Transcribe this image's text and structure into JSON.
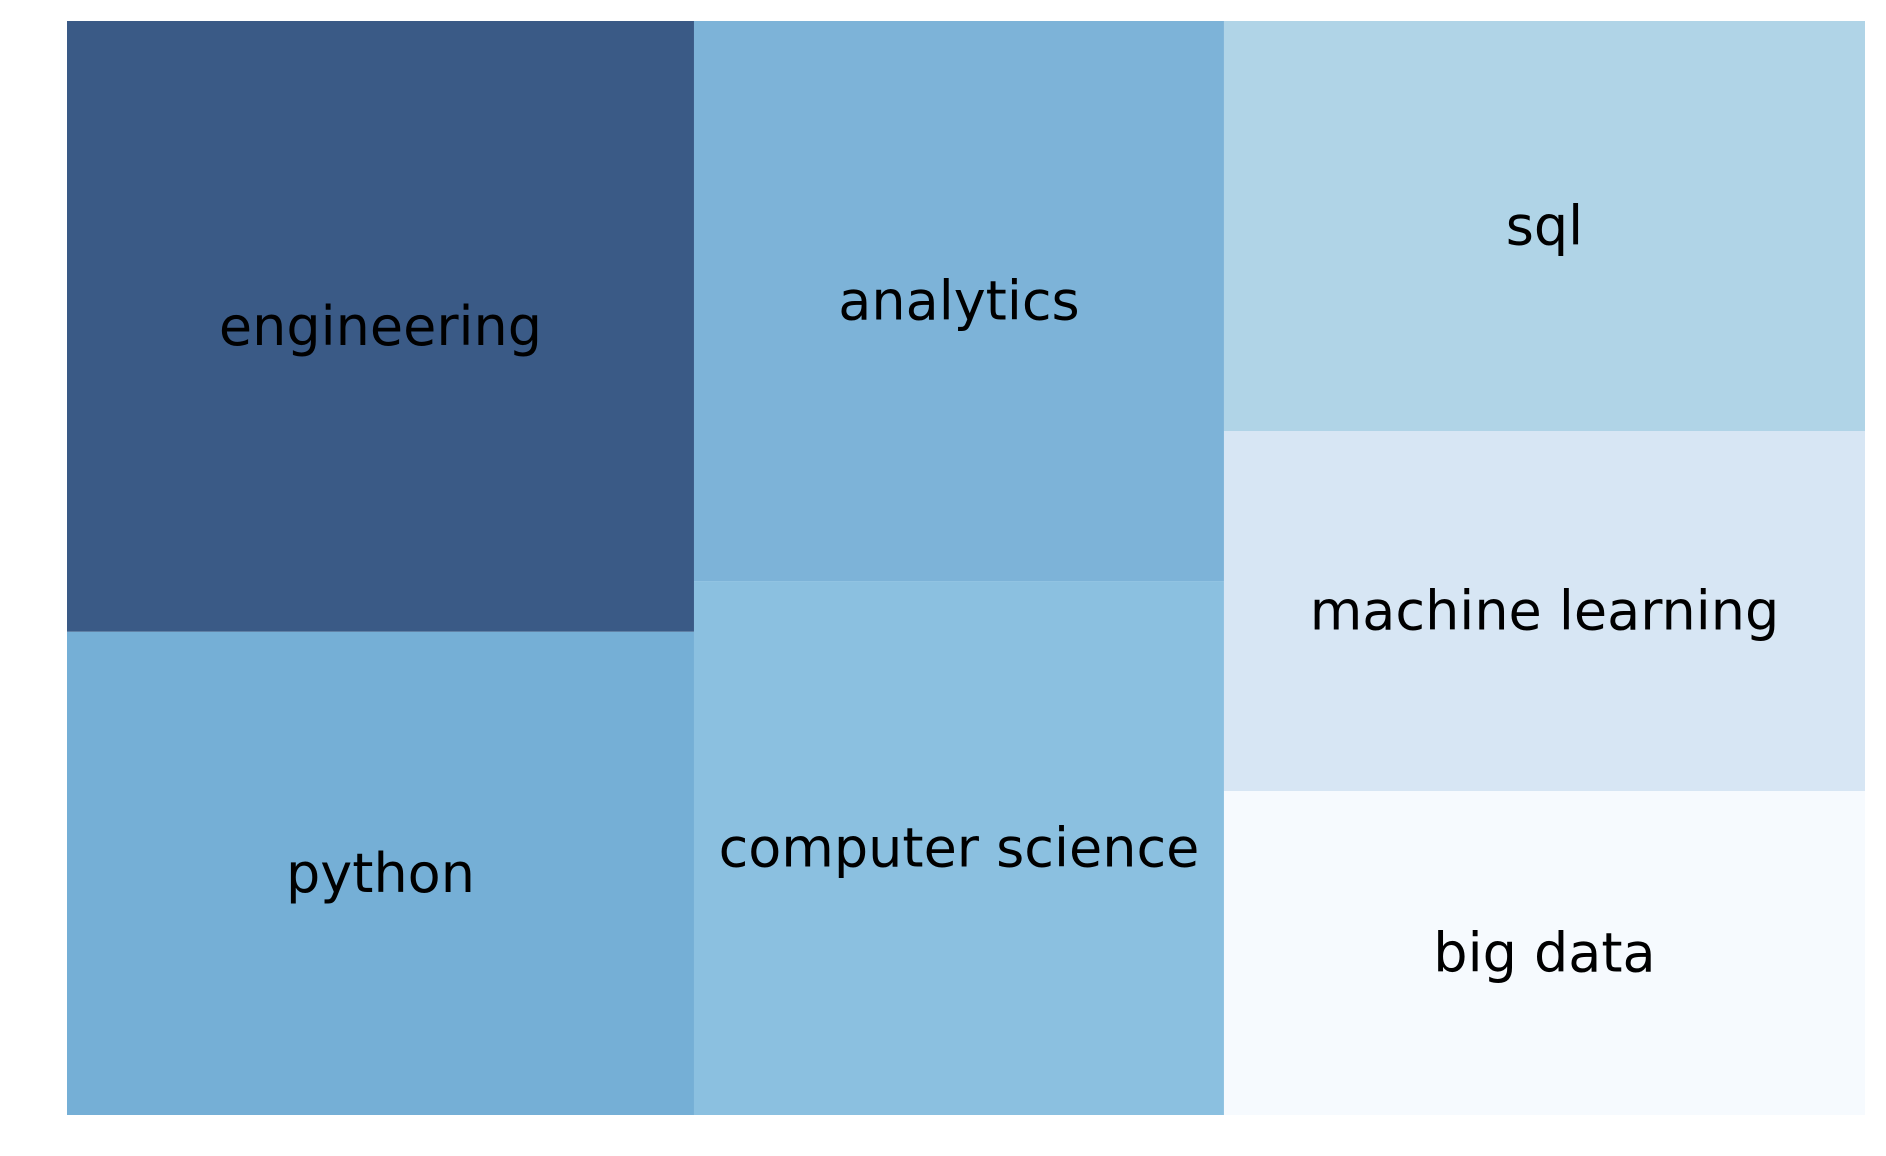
{
  "chart_data": {
    "type": "treemap",
    "title": "",
    "items": [
      {
        "label": "engineering",
        "value": 24.9,
        "color": "#3a5a86"
      },
      {
        "label": "python",
        "value": 19.7,
        "color": "#75afd6"
      },
      {
        "label": "analytics",
        "value": 19.3,
        "color": "#7db3d8"
      },
      {
        "label": "computer science",
        "value": 18.4,
        "color": "#8bc0e0"
      },
      {
        "label": "sql",
        "value": 17.1,
        "color": "#b0d4e7"
      },
      {
        "label": "machine learning",
        "value": 15.0,
        "color": "#d7e6f4"
      },
      {
        "label": "big data",
        "value": 13.5,
        "color": "#f6fafe"
      }
    ]
  }
}
